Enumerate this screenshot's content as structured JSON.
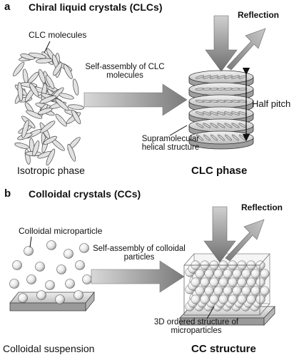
{
  "panel_a": {
    "letter": "a",
    "title": "Chiral liquid crystals (CLCs)",
    "molecules_label": "CLC molecules",
    "process_label": "Self-assembly of CLC molecules",
    "reflection_label": "Reflection",
    "half_pitch_label": "Half pitch",
    "helix_label": "Supramolecular helical structure",
    "left_caption": "Isotropic phase",
    "right_caption": "CLC phase"
  },
  "panel_b": {
    "letter": "b",
    "title": "Colloidal crystals (CCs)",
    "particle_label": "Colloidal microparticle",
    "process_label": "Self-assembly of colloidal particles",
    "reflection_label": "Reflection",
    "structure_label": "3D ordered structure of microparticles",
    "left_caption": "Colloidal suspension",
    "right_caption": "CC structure"
  },
  "colors": {
    "arrow_gray": "#8c8c8c",
    "shape_fill": "#e4e4e4",
    "outline": "#333333"
  }
}
